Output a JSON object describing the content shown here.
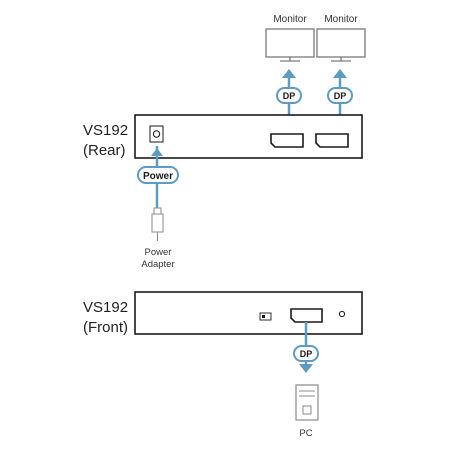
{
  "colors": {
    "cable": "#5b9bc4",
    "device_stroke": "#1a1a1a",
    "icon_stroke": "#7a7a7a"
  },
  "rear_view": {
    "device_model": "VS192",
    "view": "(Rear)",
    "monitors": [
      {
        "label": "Monitor",
        "cable": "DP"
      },
      {
        "label": "Monitor",
        "cable": "DP"
      }
    ],
    "power_tag": "Power",
    "adapter_line1": "Power",
    "adapter_line2": "Adapter"
  },
  "front_view": {
    "device_model": "VS192",
    "view": "(Front)",
    "pc_cable": "DP",
    "pc_label": "PC"
  }
}
